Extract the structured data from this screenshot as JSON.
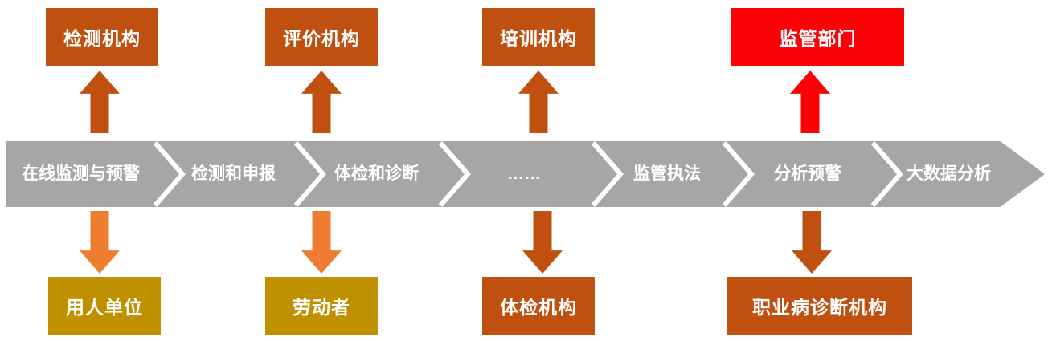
{
  "diagram": {
    "top_boxes": [
      {
        "label": "检测机构",
        "color": "#C0500F"
      },
      {
        "label": "评价机构",
        "color": "#C0500F"
      },
      {
        "label": "培训机构",
        "color": "#C0500F"
      },
      {
        "label": "监管部门",
        "color": "#FB0207"
      }
    ],
    "up_arrows": [
      {
        "color": "#C0500F"
      },
      {
        "color": "#C0500F"
      },
      {
        "color": "#C0500F"
      },
      {
        "color": "#FB0207"
      }
    ],
    "band": {
      "color": "#A6A6A6",
      "separator_color": "#FFFFFF",
      "segments": [
        "在线监测与预警",
        "检测和申报",
        "体检和诊断",
        "……",
        "监管执法",
        "分析预警",
        "大数据分析"
      ]
    },
    "down_arrows": [
      {
        "color": "#EE7D31"
      },
      {
        "color": "#EE7D31"
      },
      {
        "color": "#C0500F"
      },
      {
        "color": "#C0500F"
      }
    ],
    "bottom_boxes": [
      {
        "label": "用人单位",
        "color": "#BF9000"
      },
      {
        "label": "劳动者",
        "color": "#BF9000"
      },
      {
        "label": "体检机构",
        "color": "#C0500F"
      },
      {
        "label": "职业病诊断机构",
        "color": "#C0500F"
      }
    ]
  }
}
